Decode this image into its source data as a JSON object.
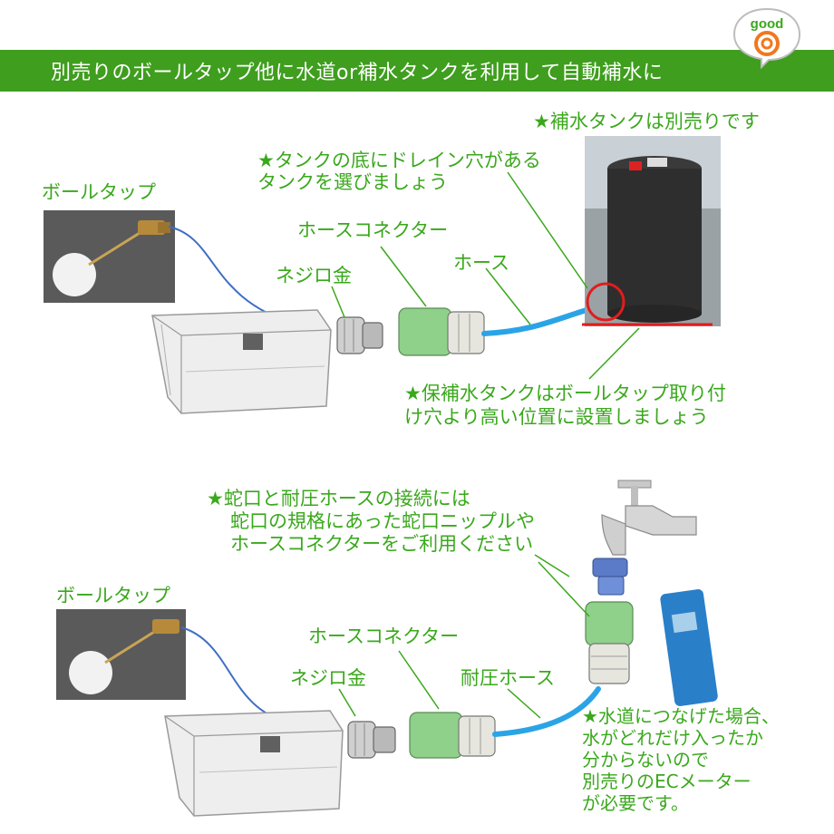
{
  "banner": {
    "text": "別売りのボールタップ他に水道or補水タンクを利用して自動補水に"
  },
  "badge": {
    "text": "good"
  },
  "top": {
    "note_tank_sold_separately": "★補水タンクは別売りです",
    "note_drain_hole_line1": "★タンクの底にドレイン穴がある",
    "note_drain_hole_line2": "タンクを選びましょう",
    "ball_tap_label": "ボールタップ",
    "hose_connector_label": "ホースコネクター",
    "screw_fitting_label": "ネジロ金",
    "hose_label": "ホース",
    "note_position_line1": "★保補水タンクはボールタップ取り付",
    "note_position_line2": "け穴より高い位置に設置しましょう"
  },
  "bottom": {
    "note_faucet_line1": "★蛇口と耐圧ホースの接続には",
    "note_faucet_line2": "蛇口の規格にあった蛇口ニップルや",
    "note_faucet_line3": "ホースコネクターをご利用ください",
    "ball_tap_label": "ボールタップ",
    "hose_connector_label": "ホースコネクター",
    "screw_fitting_label": "ネジロ金",
    "pressure_hose_label": "耐圧ホース",
    "note_ec_line1": "★水道につなげた場合、",
    "note_ec_line2": "水がどれだけ入ったか",
    "note_ec_line3": "分からないので",
    "note_ec_line4": "別売りのECメーター",
    "note_ec_line5": "が必要です。"
  },
  "colors": {
    "banner": "#3f9e1e",
    "label_green": "#3aa81c",
    "hose_blue": "#2aa4e6",
    "arrow_blue": "#3e6fc4",
    "badge_orange": "#f0781e",
    "marker_red": "#e21c1c"
  }
}
